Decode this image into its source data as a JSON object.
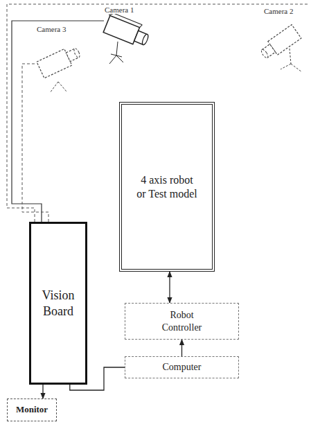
{
  "diagram": {
    "nodes": [
      {
        "text": [
          "4 axis robot or Test model"
        ]
      },
      {
        "text": [
          "Vision Board"
        ]
      },
      {
        "text": [
          "Robot Controller"
        ]
      },
      {
        "text": [
          "Computer"
        ]
      },
      {
        "text": [
          "Monitor"
        ]
      }
    ],
    "edges": [
      {
        "from": 0,
        "to": 2,
        "arrow": "both"
      },
      {
        "from": 3,
        "to": 2,
        "arrow": "to"
      },
      {
        "from": 1,
        "to": 4,
        "arrow": "to"
      },
      {
        "from": 1,
        "to": 3,
        "arrow": "none"
      }
    ],
    "labels": [
      "Camera 1",
      "Camera 2",
      "Camera 3"
    ]
  }
}
